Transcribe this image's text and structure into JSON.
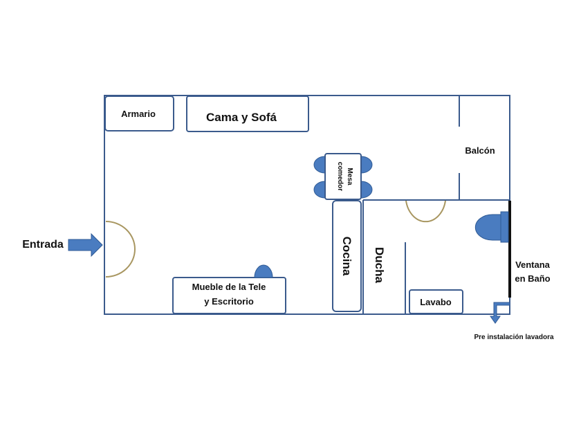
{
  "labels": {
    "armario": "Armario",
    "cama_sofa": "Cama y Sofá",
    "balcon": "Balcón",
    "mesa_comedor_line1": "Mesa",
    "mesa_comedor_line2": "comedor",
    "entrada": "Entrada",
    "cocina": "Cocina",
    "ducha": "Ducha",
    "mueble_line1": "Mueble de la Tele",
    "mueble_line2": "y Escritorio",
    "lavabo": "Lavabo",
    "ventana_line1": "Ventana",
    "ventana_line2": "en Baño",
    "lavadora": "Pre instalación lavadora"
  },
  "colors": {
    "wall": "#3a5a8c",
    "fixture_fill": "#4a7cc0",
    "fixture_stroke": "#2f5a94",
    "door_arc": "#a89660",
    "text": "#111111"
  }
}
